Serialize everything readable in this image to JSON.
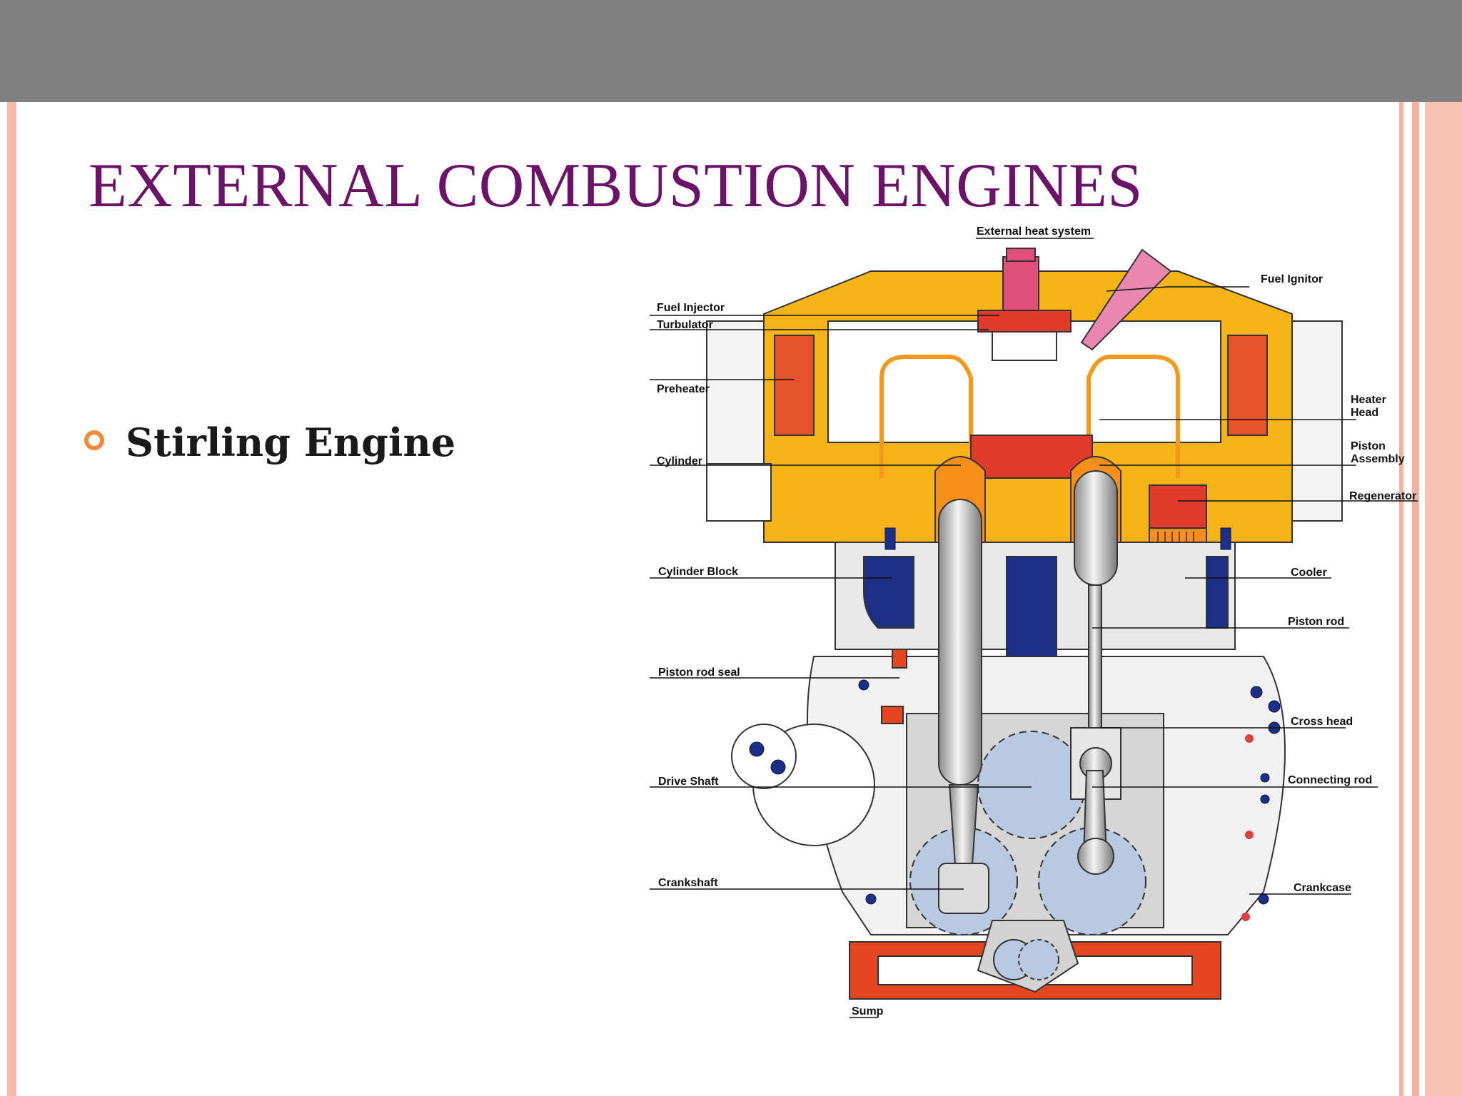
{
  "slide": {
    "title": "EXTERNAL COMBUSTION ENGINES",
    "bullets": [
      {
        "text": "Stirling Engine"
      }
    ]
  },
  "diagram": {
    "labels": {
      "external_heat_system": "External heat system",
      "fuel_ignitor": "Fuel Ignitor",
      "fuel_injector": "Fuel Injector",
      "turbulator": "Turbulator",
      "preheater": "Preheater",
      "heater_head_1": "Heater",
      "heater_head_2": "Head",
      "piston_assembly_1": "Piston",
      "piston_assembly_2": "Assembly",
      "cylinder": "Cylinder",
      "regenerator": "Regenerator",
      "cylinder_block": "Cylinder Block",
      "cooler": "Cooler",
      "piston_rod": "Piston rod",
      "piston_rod_seal": "Piston rod seal",
      "cross_head": "Cross head",
      "drive_shaft": "Drive Shaft",
      "connecting_rod": "Connecting rod",
      "crankshaft": "Crankshaft",
      "crankcase": "Crankcase",
      "sump": "Sump"
    }
  },
  "colors": {
    "title": "#6b1369",
    "bullet": "#f08a3c",
    "top_bar": "#808080",
    "accent_stripe": "#f8b9a8"
  }
}
